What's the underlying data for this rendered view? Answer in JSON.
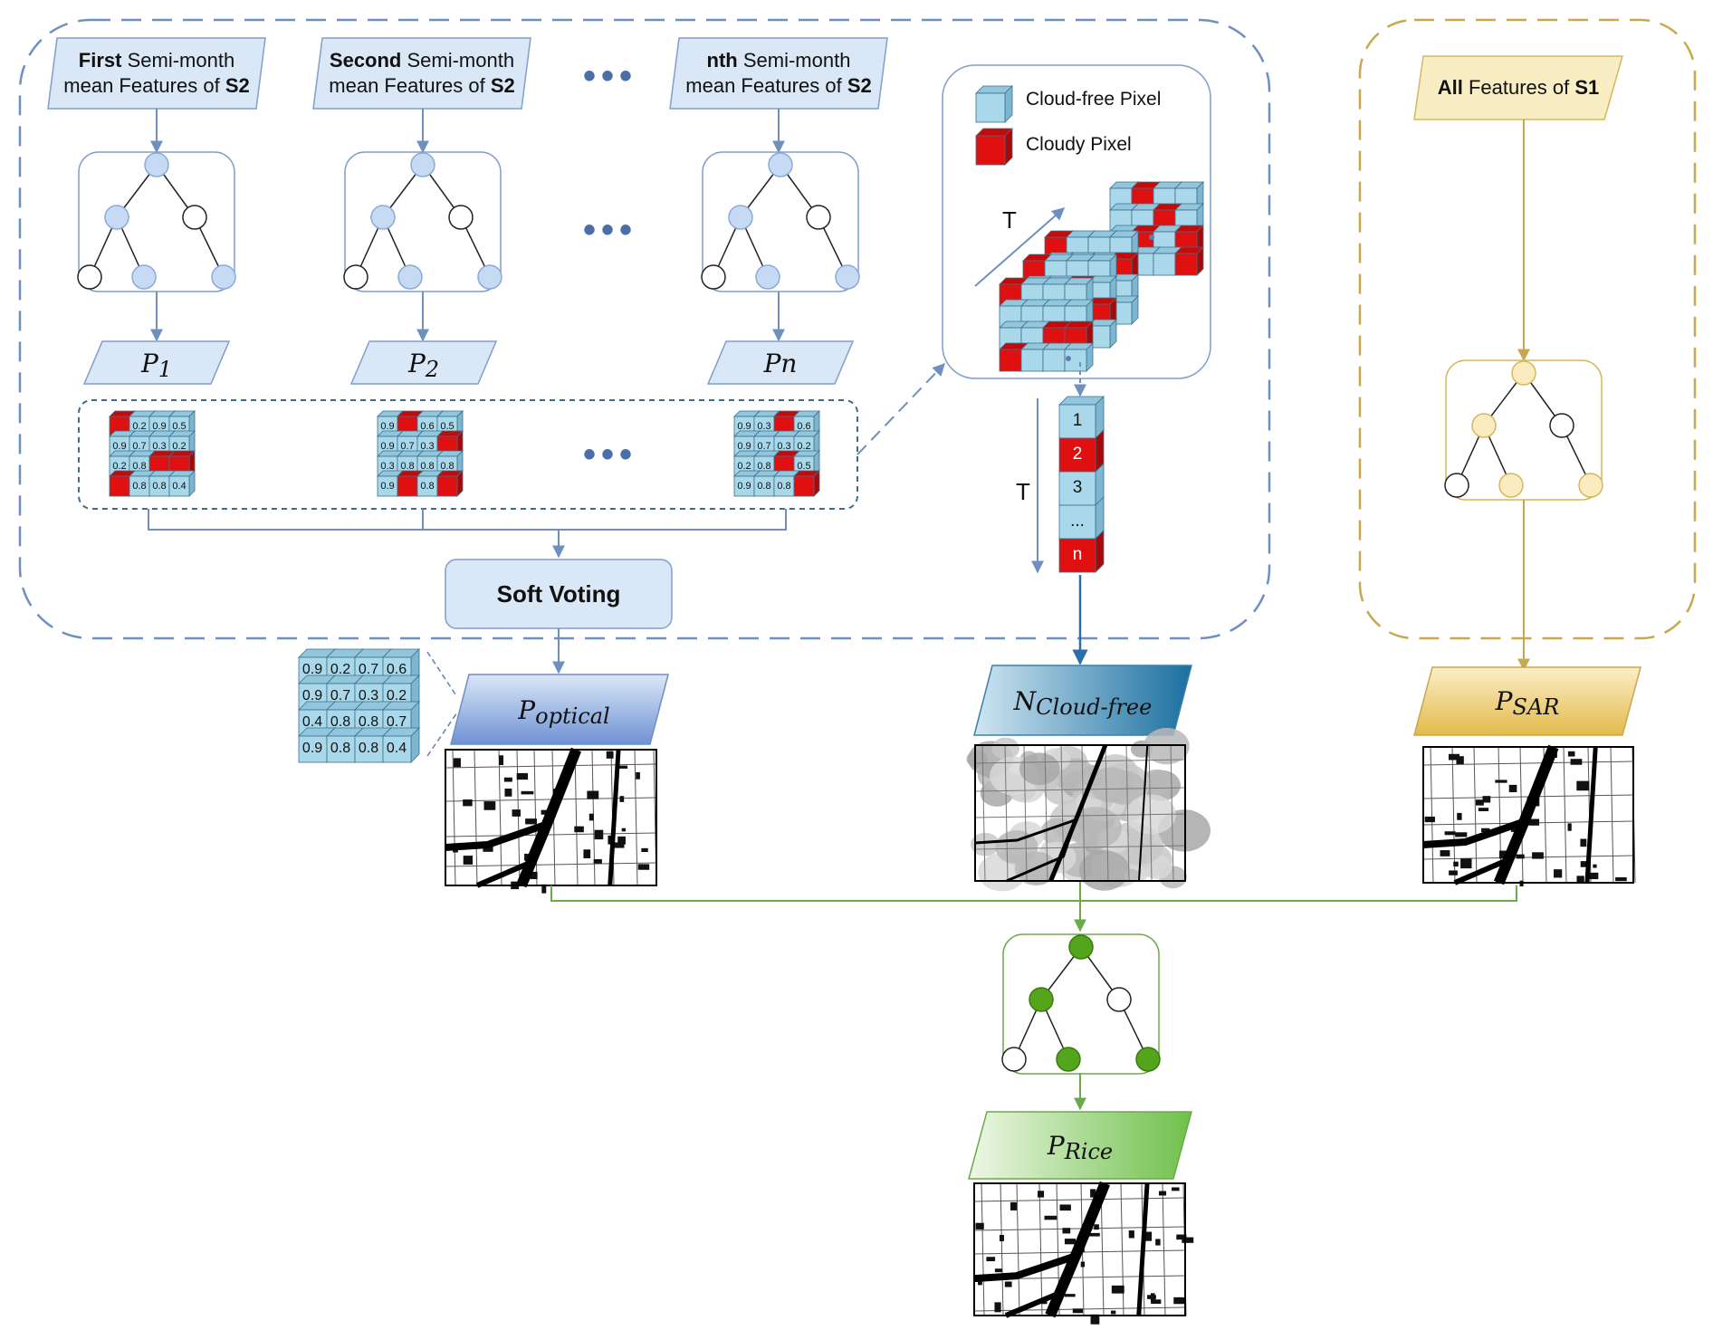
{
  "features": [
    {
      "bold": "First",
      "rest": " Semi-month",
      "line2": "mean Features of ",
      "bold2": "S2"
    },
    {
      "bold": "Second",
      "rest": " Semi-month",
      "line2": "mean Features of ",
      "bold2": "S2"
    },
    {
      "bold": "nth",
      "rest": " Semi-month",
      "line2": "mean Features of ",
      "bold2": "S2"
    }
  ],
  "sar_feature": {
    "bold": "All",
    "rest": " Features of ",
    "bold2": "S1"
  },
  "ellipsis": "•••",
  "probs": [
    {
      "main": "P",
      "sub": "1"
    },
    {
      "main": "P",
      "sub": "2"
    },
    {
      "main": "Pn",
      "sub": ""
    }
  ],
  "legend": {
    "cloud_free": "Cloud-free Pixel",
    "cloudy": "Cloudy Pixel"
  },
  "time_label": "T",
  "soft_voting": "Soft Voting",
  "outputs": {
    "optical": {
      "main": "P",
      "sub": "optical"
    },
    "cloud_free": {
      "main": "N",
      "sub": "Cloud-free"
    },
    "sar": {
      "main": "P",
      "sub": "SAR"
    },
    "rice": {
      "main": "P",
      "sub": "Rice"
    }
  },
  "optical_matrix": [
    [
      "0.9",
      "0.2",
      "0.7",
      "0.6"
    ],
    [
      "0.9",
      "0.7",
      "0.3",
      "0.2"
    ],
    [
      "0.4",
      "0.8",
      "0.8",
      "0.7"
    ],
    [
      "0.9",
      "0.8",
      "0.8",
      "0.4"
    ]
  ],
  "small_matrices": [
    [
      [
        "",
        "0.2",
        "0.9",
        "0.5"
      ],
      [
        "0.9",
        "0.7",
        "0.3",
        "0.2"
      ],
      [
        "0.2",
        "0.8",
        "",
        ""
      ],
      [
        "",
        "0.8",
        "0.8",
        "0.4"
      ]
    ],
    [
      [
        "0.9",
        "",
        "0.6",
        "0.5"
      ],
      [
        "0.9",
        "0.7",
        "0.3",
        ""
      ],
      [
        "0.3",
        "0.8",
        "0.8",
        "0.8"
      ],
      [
        "0.9",
        "",
        "0.8",
        ""
      ]
    ],
    [
      [
        "0.9",
        "0.3",
        "",
        "0.6"
      ],
      [
        "0.9",
        "0.7",
        "0.3",
        "0.2"
      ],
      [
        "0.2",
        "0.8",
        "",
        "0.5"
      ],
      [
        "0.9",
        "0.8",
        "0.8",
        ""
      ]
    ]
  ],
  "time_stack": [
    "1",
    "2",
    "3",
    "...",
    "n"
  ],
  "colors": {
    "blue_dash": "#6f8fbe",
    "blue_fill": "#dae7f7",
    "gold_dash": "#c8a84f",
    "gold_fill": "#f9edc4",
    "green": "#6aaa4b",
    "green_node": "#55a51c",
    "cloud_free": "#a8d8ea",
    "cloudy": "#e01010"
  }
}
